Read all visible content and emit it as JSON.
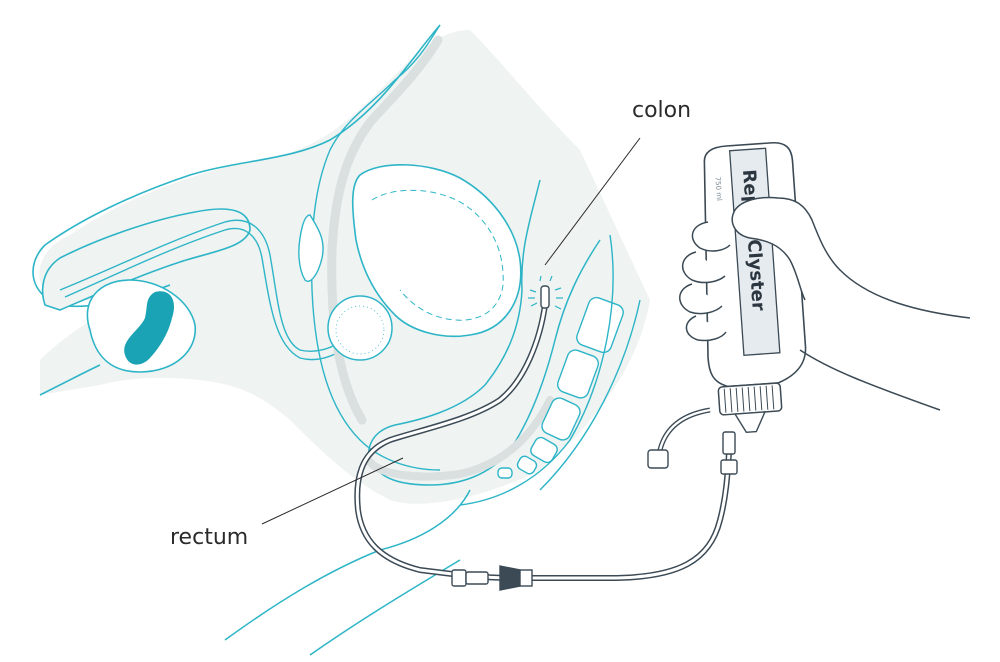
{
  "labels": {
    "colon": "colon",
    "rectum": "rectum"
  },
  "bottle": {
    "brand_top": "Rep",
    "brand_main": "Clyster",
    "volume": "750 ml"
  },
  "colors": {
    "outline": "#2db5c7",
    "body_fill": "#eff3f2",
    "shadow": "#d9e0df",
    "organ_accent": "#1aa3b5",
    "device_line": "#3b4a55"
  }
}
